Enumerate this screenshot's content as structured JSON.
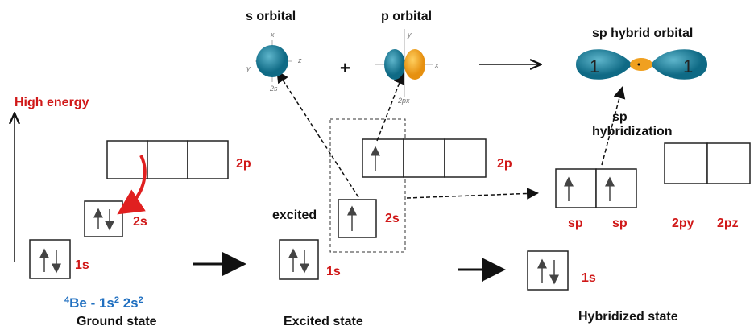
{
  "energy_label": "High energy",
  "ground": {
    "title": "Ground state",
    "config_prefix": "4",
    "config_element": "Be - 1s",
    "config_sup1": "2",
    "config_mid": " 2s",
    "config_sup2": "2",
    "label_2p": "2p",
    "label_2s": "2s",
    "label_1s": "1s"
  },
  "excited": {
    "title": "Excited state",
    "excited_label": "excited",
    "label_2p": "2p",
    "label_2s": "2s",
    "label_1s": "1s"
  },
  "hybridized": {
    "title": "Hybridized state",
    "label_sp1": "sp",
    "label_sp2": "sp",
    "label_2py": "2py",
    "label_2pz": "2pz",
    "label_1s": "1s",
    "process_line1": "sp",
    "process_line2": "hybridization"
  },
  "orbitals": {
    "s_title": "s orbital",
    "p_title": "p orbital",
    "plus": "+",
    "sp_title": "sp hybrid orbital",
    "s_axes": {
      "x": "x",
      "y": "y",
      "z": "z",
      "name": "2s"
    },
    "p_axes": {
      "x": "x",
      "y": "y",
      "name": "2px"
    }
  },
  "colors": {
    "red": "#d01818",
    "blue": "#1f6fc0",
    "teal": "#1a7f9a",
    "orange": "#f0a020"
  }
}
